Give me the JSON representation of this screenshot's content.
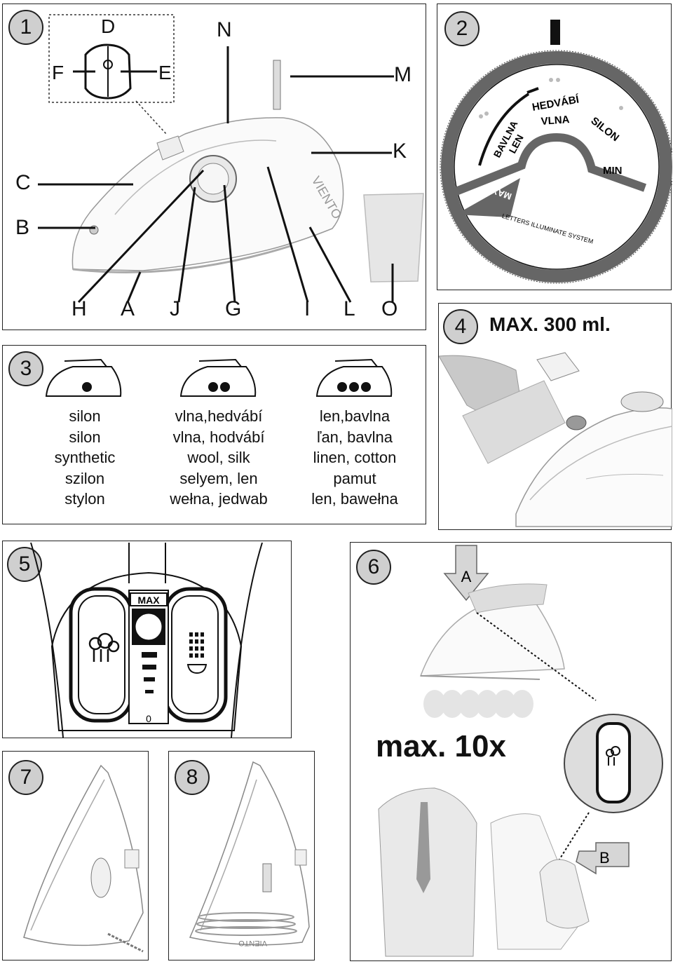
{
  "panel1": {
    "number": "1",
    "labels": {
      "D": "D",
      "F": "F",
      "E": "E",
      "N": "N",
      "M": "M",
      "K": "K",
      "C": "C",
      "B": "B",
      "H": "H",
      "A": "A",
      "J": "J",
      "G": "G",
      "I": "I",
      "L": "L",
      "O": "O"
    },
    "brand": "VIENTO"
  },
  "panel2": {
    "number": "2",
    "dial": {
      "max": "MAX",
      "bavlna_len": [
        "BAVLNA",
        "LEN"
      ],
      "hedvabi_vlna": [
        "HEDVÁBÍ",
        "VLNA"
      ],
      "silon": "SILON",
      "min": "MIN",
      "footer": "LETTERS ILLUMINATE SYSTEM"
    }
  },
  "panel3": {
    "number": "3",
    "columns": [
      {
        "dots": 1,
        "lines": [
          "silon",
          "silon",
          "synthetic",
          "szilon",
          "stylon"
        ]
      },
      {
        "dots": 2,
        "lines": [
          "vlna,hedvábí",
          "vlna, hodvábí",
          "wool, silk",
          "selyem, len",
          "wełna, jedwab"
        ]
      },
      {
        "dots": 3,
        "lines": [
          "len,bavlna",
          "ľan, bavlna",
          "linen, cotton",
          "pamut",
          "len, bawełna"
        ]
      }
    ]
  },
  "panel4": {
    "number": "4",
    "caption": "MAX. 300 ml."
  },
  "panel5": {
    "number": "5",
    "max": "MAX",
    "zero": "0"
  },
  "panel6": {
    "number": "6",
    "arrow_a": "A",
    "arrow_b": "B",
    "caption": "max. 10x"
  },
  "panel7": {
    "number": "7"
  },
  "panel8": {
    "number": "8",
    "brand": "VIENTO"
  }
}
